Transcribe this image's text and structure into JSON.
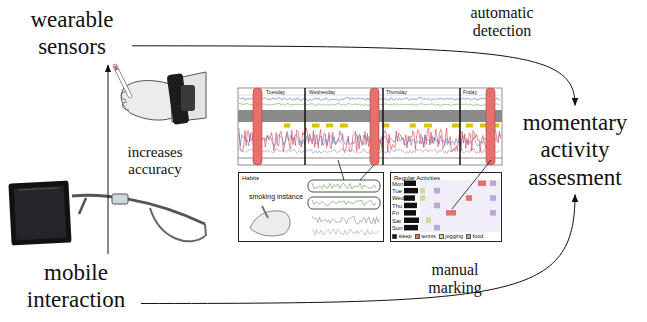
{
  "diagram": {
    "nodes": [
      {
        "text": [
          "wearable sensors"
        ]
      },
      {
        "text": [
          "mobile interaction"
        ]
      },
      {
        "text": [
          "momentary activity assesment"
        ]
      },
      {
        "text": [
          "Habits",
          "smoking instance"
        ]
      },
      {
        "text": [
          "Regular Activities"
        ]
      }
    ],
    "edges": [
      {
        "from": 0,
        "to": 2,
        "arrow": "to",
        "label": "automatic detection"
      },
      {
        "from": 1,
        "to": 2,
        "arrow": "to",
        "label": "manual marking"
      },
      {
        "from": 1,
        "to": 0,
        "arrow": "to",
        "label": "increases accuracy"
      }
    ],
    "labels": [
      "Tuesday",
      "Wednesday",
      "Thursday",
      "Friday",
      "Mon",
      "Tue",
      "Wed",
      "Thu",
      "Fri",
      "Sat",
      "Sun"
    ],
    "legend": [
      {
        "text": "sleep",
        "color": "#111111"
      },
      {
        "text": "tennis",
        "color": "#e2736c"
      },
      {
        "text": "jogging",
        "color": "#c8dc9c"
      },
      {
        "text": "food",
        "color": "#b9a8d8"
      }
    ]
  }
}
